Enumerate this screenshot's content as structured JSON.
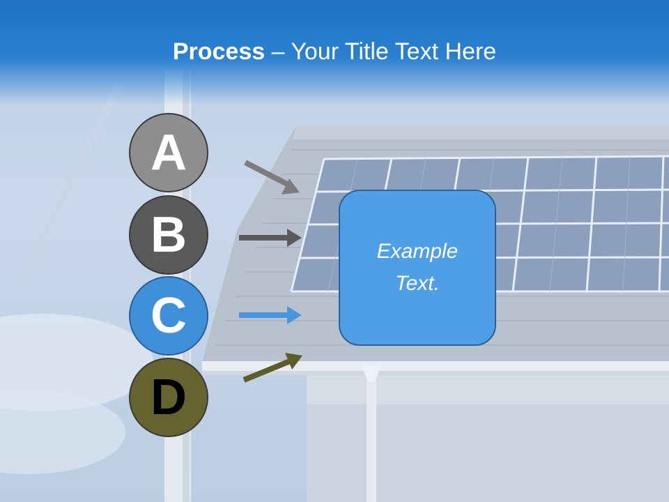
{
  "title": {
    "bold": "Process",
    "rest": " – Your Title Text Here"
  },
  "steps": [
    {
      "letter": "A",
      "color": "#8e8e8e",
      "arrow_color": "#7d7d7d"
    },
    {
      "letter": "B",
      "color": "#5a5a5a",
      "arrow_color": "#5a5a5a"
    },
    {
      "letter": "C",
      "color": "#3f8fdb",
      "arrow_color": "#4a95dd"
    },
    {
      "letter": "D",
      "color": "#66632f",
      "arrow_color": "#5f5c2b"
    }
  ],
  "box": {
    "text": "Example Text.",
    "color": "#4f9fe6"
  },
  "colors": {
    "header": "#2b80d0"
  }
}
